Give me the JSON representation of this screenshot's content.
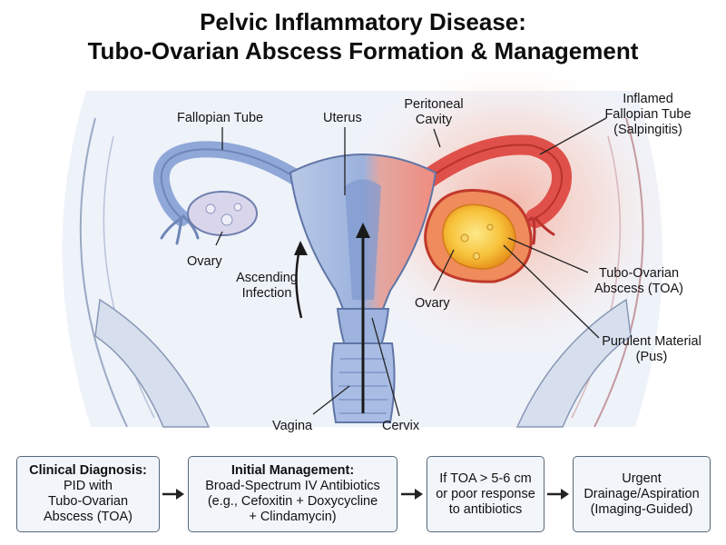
{
  "title": {
    "line1": "Pelvic Inflammatory Disease:",
    "line2": "Tubo-Ovarian Abscess Formation & Management"
  },
  "labels": {
    "fallopian_tube": "Fallopian Tube",
    "uterus": "Uterus",
    "peritoneal_cavity_1": "Peritoneal",
    "peritoneal_cavity_2": "Cavity",
    "inflamed_tube_1": "Inflamed",
    "inflamed_tube_2": "Fallopian Tube",
    "inflamed_tube_3": "(Salpingitis)",
    "ovary_left": "Ovary",
    "ascending_1": "Ascending",
    "ascending_2": "Infection",
    "toa_1": "Tubo-Ovarian",
    "toa_2": "Abscess (TOA)",
    "ovary_right": "Ovary",
    "pus_1": "Purulent Material",
    "pus_2": "(Pus)",
    "vagina": "Vagina",
    "cervix": "Cervix"
  },
  "flow": [
    {
      "title": "Clinical Diagnosis:",
      "lines": [
        "PID with",
        "Tubo-Ovarian",
        "Abscess (TOA)"
      ]
    },
    {
      "title": "Initial Management:",
      "lines": [
        "Broad-Spectrum IV Antibiotics",
        "(e.g., Cefoxitin + Doxycycline",
        "+ Clindamycin)"
      ]
    },
    {
      "title": "",
      "lines": [
        "If TOA > 5-6 cm",
        "or poor response",
        "to antibiotics"
      ]
    },
    {
      "title": "",
      "lines": [
        "Urgent",
        "Drainage/Aspiration",
        "(Imaging-Guided)"
      ]
    }
  ],
  "colors": {
    "healthy_tissue": "#8fa8d8",
    "inflamed_tissue": "#e0504a",
    "abscess": "#f5b021",
    "box_fill": "#f2f6fa",
    "box_border": "#556677"
  }
}
